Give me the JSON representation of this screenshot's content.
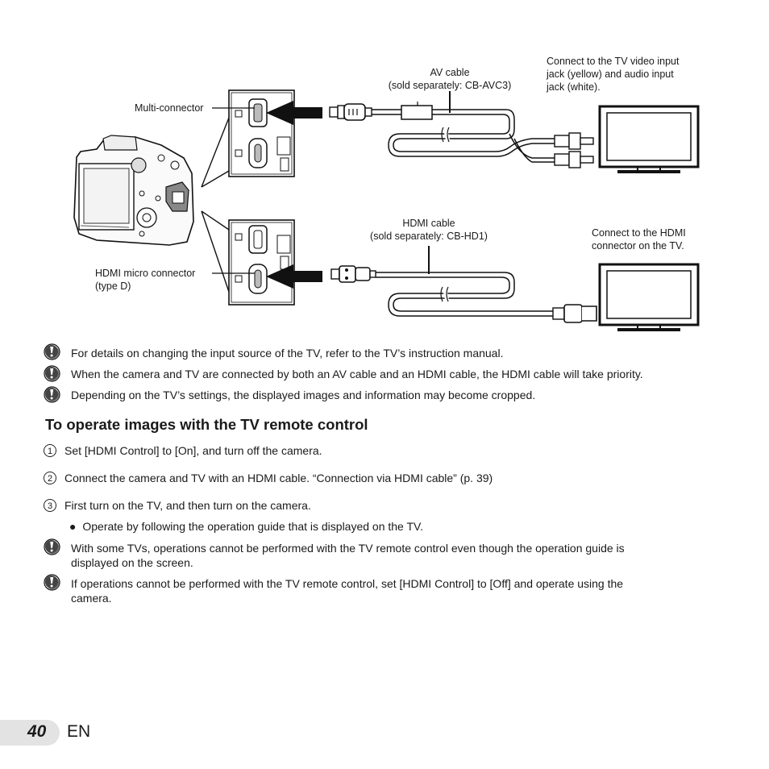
{
  "diagram": {
    "labels": {
      "av_cable": "AV cable",
      "av_cable_model": "(sold separately: CB-AVC3)",
      "tv_video_input_1": "Connect to the TV video input",
      "tv_video_input_2": "jack (yellow) and audio input",
      "tv_video_input_3": "jack (white).",
      "multi_connector": "Multi-connector",
      "hdmi_cable": "HDMI cable",
      "hdmi_cable_model": "(sold separately: CB-HD1)",
      "tv_hdmi_1": "Connect to the HDMI",
      "tv_hdmi_2": "connector on the TV.",
      "hdmi_micro_1": "HDMI micro connector",
      "hdmi_micro_2": "(type D)"
    }
  },
  "notes_top": [
    "For details on changing the input source of the TV, refer to the TV’s instruction manual.",
    "When the camera and TV are connected by both an AV cable and an HDMI cable, the HDMI cable will take priority.",
    "Depending on the TV’s settings, the displayed images and information may become cropped."
  ],
  "section": {
    "title": "To operate images with the TV remote control",
    "steps": [
      {
        "num": "1",
        "text": "Set [HDMI Control] to [On], and turn off the camera."
      },
      {
        "num": "2",
        "text": "Connect the camera and TV with an HDMI cable. “Connection via HDMI cable” (p. 39)"
      },
      {
        "num": "3",
        "text": "First turn on the TV, and then turn on the camera."
      }
    ],
    "bullet": "Operate by following the operation guide that is displayed on the TV.",
    "notes": [
      {
        "line1": "With some TVs, operations cannot be performed with the TV remote control even though the operation guide is",
        "line2": "displayed on the screen."
      },
      {
        "line1": "If operations cannot be performed with the TV remote control, set [HDMI Control] to [Off] and operate using the",
        "line2": "camera."
      }
    ]
  },
  "footer": {
    "page_number": "40",
    "language": "EN"
  }
}
